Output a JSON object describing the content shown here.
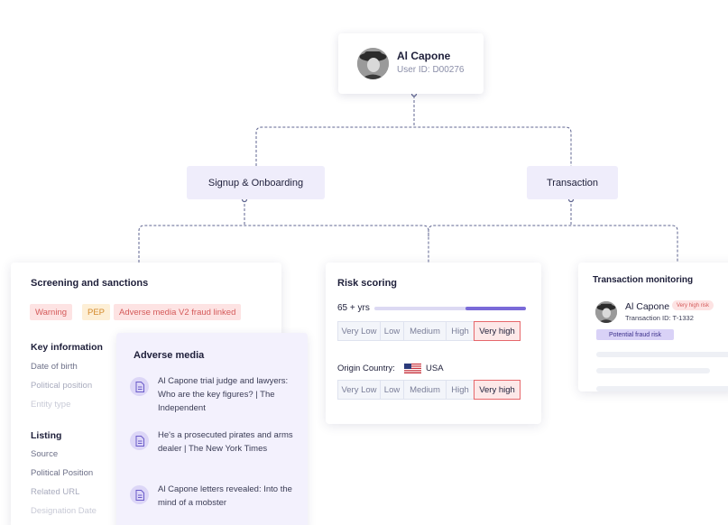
{
  "user": {
    "name": "Al Capone",
    "user_id": "User ID: D00276"
  },
  "categories": {
    "signup": "Signup & Onboarding",
    "transaction": "Transaction"
  },
  "screening": {
    "title": "Screening and sanctions",
    "chips": [
      "Warning",
      "PEP",
      "Adverse media V2 fraud linked"
    ],
    "key_info_title": "Key information",
    "key_info_fields": [
      "Date of birth",
      "Political position",
      "Entity type"
    ],
    "listing_title": "Listing",
    "listing_fields": [
      "Source",
      "Political Position",
      "Related URL",
      "Designation Date"
    ]
  },
  "adverse_media": {
    "title": "Adverse media",
    "items": [
      "Al Capone trial judge and lawyers: Who are the key figures? | The Independent",
      "He's a prosecuted pirates and arms dealer | The New York Times",
      "Al Capone letters revealed: Into the mind of a mobster"
    ]
  },
  "risk_scoring": {
    "title": "Risk scoring",
    "age": "65 + yrs",
    "age_bar_fill": 0.4,
    "levels": [
      "Very Low",
      "Low",
      "Medium",
      "High",
      "Very high"
    ],
    "age_selected": "Very high",
    "origin_label": "Origin Country:",
    "origin_value": "USA",
    "origin_selected": "Very high"
  },
  "transaction_monitoring": {
    "title": "Transaction monitoring",
    "name": "Al Capone",
    "badge": "Very high risk",
    "transaction_id": "Transaction ID: T-1332",
    "flag_chip": "Potential fraud risk"
  },
  "colors": {
    "accent": "#7a6ad8",
    "category_bg": "#efedfb",
    "danger": "#e6676b",
    "connector": "#5f6590"
  }
}
